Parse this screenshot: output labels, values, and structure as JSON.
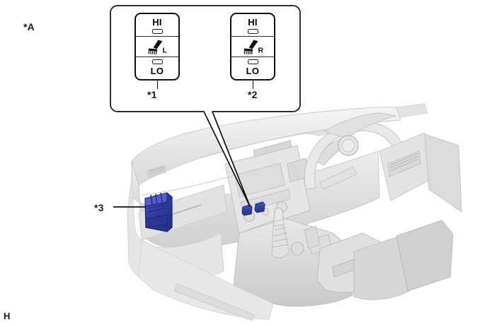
{
  "figure": {
    "title_marker": "*A",
    "corner_marker": "H",
    "background_color": "#ffffff",
    "line_color": "#111111",
    "highlight_color": "#2f3da0",
    "highlight_color_light": "#4d5ec8",
    "body_gray_light": "#efefef",
    "body_gray_mid": "#dcdcdc",
    "body_gray_dark": "#c4c4c4"
  },
  "callout_box": {
    "name": "seat-heater-switch-detail",
    "item_1_label": "*1",
    "item_2_label": "*2"
  },
  "switches": [
    {
      "name": "seat-heater-switch-left",
      "position_label": "*1",
      "hi_label": "HI",
      "lo_label": "LO",
      "side_letter": "L",
      "icon": "heated-seat-icon"
    },
    {
      "name": "seat-heater-switch-right",
      "position_label": "*2",
      "hi_label": "HI",
      "lo_label": "LO",
      "side_letter": "R",
      "icon": "heated-seat-icon"
    }
  ],
  "components": [
    {
      "name": "seat-heater-ecu",
      "label": "*3",
      "color": "#2f3da0"
    },
    {
      "name": "console-switch-left",
      "color": "#2f3da0"
    },
    {
      "name": "console-switch-right",
      "color": "#2f3da0"
    }
  ],
  "vehicle_illustration": {
    "name": "instrument-panel-and-console",
    "parts": [
      "dashboard",
      "steering-wheel",
      "instrument-cluster",
      "center-stack",
      "audio-display",
      "air-vents",
      "glove-box",
      "shift-lever",
      "center-console",
      "armrest"
    ]
  }
}
